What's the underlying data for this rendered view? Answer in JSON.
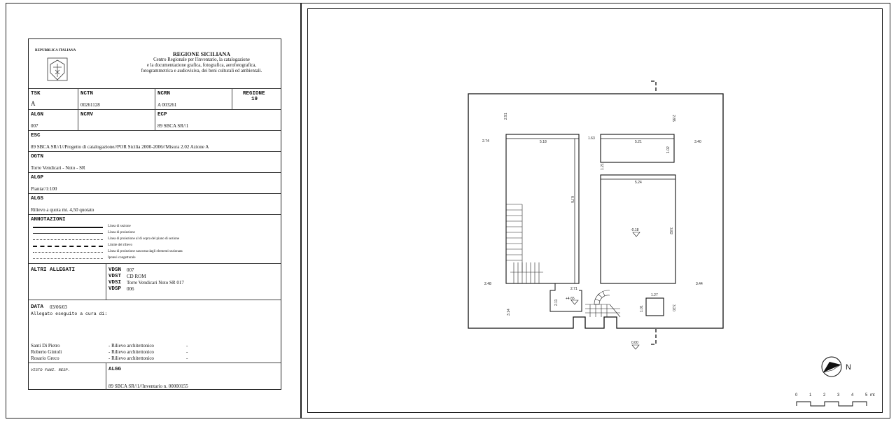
{
  "card": {
    "republic": "REPUBBLICA ITALIANA",
    "region_title": "REGIONE SICILIANA",
    "center_lines": [
      "Centro Regionale per l'inventario, la catalogazione",
      "e la documentazione grafica, fotografica, aerofotografica,",
      "fotogrammetrica e audiovisiva, dei beni culturali ed ambientali."
    ],
    "tsk_label": "TSK",
    "tsk_value": "A",
    "nctn_label": "NCTN",
    "nctn_value": "00261128",
    "ncrn_label": "NCRN",
    "ncrn_value": "A 003261",
    "regione_label": "REGIONE",
    "regione_value": "19",
    "algn_label": "ALGN",
    "algn_value": "007",
    "ncrv_label": "NCRV",
    "ecp_label": "ECP",
    "ecp_value": "89 SBCA SR//1",
    "esc_label": "ESC",
    "esc_value": "89 SBCA SR//1//Progetto di catalogazione//POR Sicilia 2000-2006//Misura 2.02 Azione A",
    "ogtn_label": "OGTN",
    "ogtn_value": "Torre Vendicari - Noto - SR",
    "algp_label": "ALGP",
    "algp_value": "Pianta//1:100",
    "algs_label": "ALGS",
    "algs_value": "Rilievo a quota mt. 4,50 quotato",
    "annotazioni_label": "ANNOTAZIONI",
    "legend": [
      "Linea di sezione",
      "Linea di proiezione",
      "Linea di proiezione al di sopra del piano di sezione",
      "Limite del rilievo",
      "Linea di proiezione nascosta dagli elementi sezionata",
      "Ipotesi congetturale"
    ],
    "altri_label": "ALTRI ALLEGATI",
    "vdsn_label": "VDSN",
    "vdsn_value": "007",
    "vdst_label": "VDST",
    "vdst_value": "CD ROM",
    "vdsi_label": "VDSI",
    "vdsi_value": "Torre Vendicari Noto SR 017",
    "vdsp_label": "VDSP",
    "vdsp_value": "006",
    "data_label": "DATA",
    "data_value": "03/06/03",
    "allegato_text": "Allegato eseguito a cura di:",
    "people": [
      {
        "name": "Santi Di Pietro",
        "role": "- Rilievo architettonico",
        "dash": "-"
      },
      {
        "name": "Roberto Gintoli",
        "role": "- Rilievo architettonico",
        "dash": "-"
      },
      {
        "name": "Rosario Greco",
        "role": "- Rilievo architettonico",
        "dash": "-"
      }
    ],
    "visto_label": "VISTO FUNZ. RESP.",
    "algg_label": "ALGG",
    "algg_value": "89 SBCA SR//1//Inventario n. 00000155"
  },
  "plan": {
    "dims": {
      "d291": "2.91",
      "d274": "2.74",
      "d518": "5.18",
      "d163": "1.63",
      "d521": "5.21",
      "d340": "3.40",
      "d285": "2.85",
      "d102": "1.02",
      "d121": "1.21",
      "d524": "5.24",
      "d676": "6.76",
      "d018": "-0.18",
      "d382": "3.82",
      "d248": "2.48",
      "d271": "2.71",
      "d344": "3.44",
      "d314": "3.14",
      "d211": "2.11",
      "d465": "+4.65",
      "d127": "1.27",
      "d101": "1.01",
      "d320": "3.20",
      "d000": "0.00"
    },
    "north_label": "N",
    "scale_ticks": [
      "0",
      "1",
      "2",
      "3",
      "4",
      "5"
    ],
    "scale_unit": "mt"
  }
}
